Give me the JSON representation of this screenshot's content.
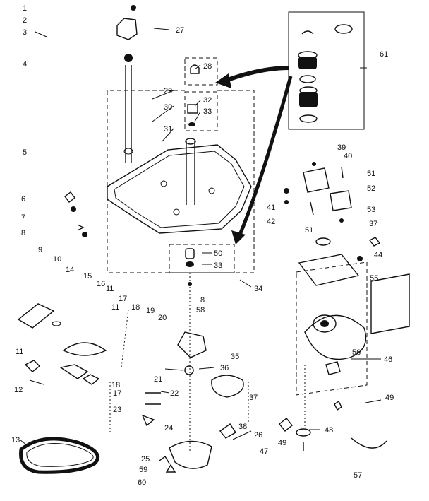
{
  "labels": [
    "1",
    "2",
    "3",
    "4",
    "5",
    "6",
    "7",
    "8",
    "9",
    "10",
    "11",
    "11",
    "11",
    "12",
    "13",
    "14",
    "15",
    "16",
    "17",
    "17",
    "18",
    "18",
    "19",
    "20",
    "21",
    "22",
    "23",
    "24",
    "25",
    "26",
    "27",
    "28",
    "29",
    "30",
    "31",
    "32",
    "33",
    "33",
    "34",
    "35",
    "36",
    "37",
    "37",
    "38",
    "39",
    "40",
    "41",
    "42",
    "44",
    "46",
    "47",
    "48",
    "49",
    "49",
    "50",
    "51",
    "51",
    "52",
    "53",
    "55",
    "56",
    "57",
    "58",
    "59",
    "60",
    "61",
    "8"
  ]
}
